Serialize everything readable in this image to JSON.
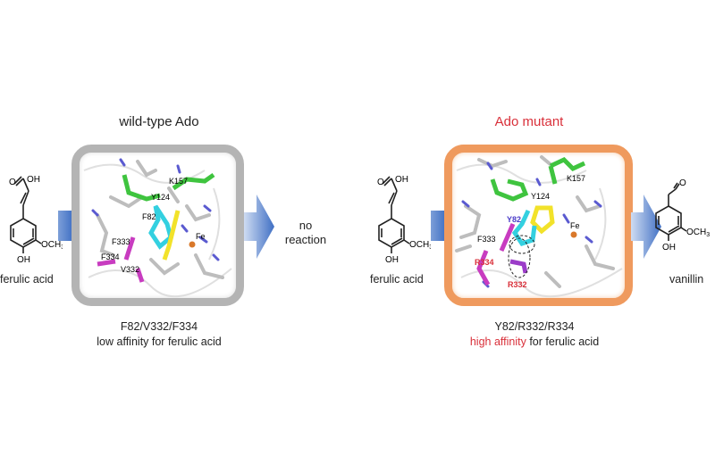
{
  "left_panel": {
    "title": "wild-type Ado",
    "substrate": {
      "name": "ferulic acid",
      "atoms": {
        "o": "O",
        "oh_top": "OH",
        "och3": "OCH",
        "och3_sub": "3",
        "oh_bottom": "OH"
      }
    },
    "residues": [
      "K157",
      "Y124",
      "F82",
      "F333",
      "F334",
      "V332",
      "Fe"
    ],
    "result": {
      "line1": "no",
      "line2": "reaction"
    },
    "caption": {
      "line1": "F82/V332/F334",
      "line2": "low affinity for ferulic acid"
    }
  },
  "right_panel": {
    "title": "Ado mutant",
    "substrate": {
      "name": "ferulic acid",
      "atoms": {
        "o": "O",
        "oh_top": "OH",
        "och3": "OCH",
        "och3_sub": "3",
        "oh_bottom": "OH"
      }
    },
    "residues": [
      "K157",
      "Y124",
      "Y82",
      "F333",
      "R334",
      "R332",
      "Fe"
    ],
    "product": {
      "name": "vanillin",
      "atoms": {
        "o": "O",
        "och3": "OCH",
        "och3_sub": "3",
        "oh_bottom": "OH"
      }
    },
    "caption": {
      "line1": "Y82/R332/R334",
      "line2_highlight": "high affinity",
      "line2_rest": " for ferulic acid"
    }
  },
  "colors": {
    "mutant_title": "#d9303a",
    "wt_frame": "#b4b4b4",
    "mutant_frame": "#ef9a5e",
    "arrow": "#4a78c8",
    "green_residue": "#3fc43f",
    "cyan_residue": "#33d0e0",
    "substrate_yellow": "#f2e22a",
    "magenta_residue": "#c83cc0",
    "iron": "#d9782a"
  }
}
